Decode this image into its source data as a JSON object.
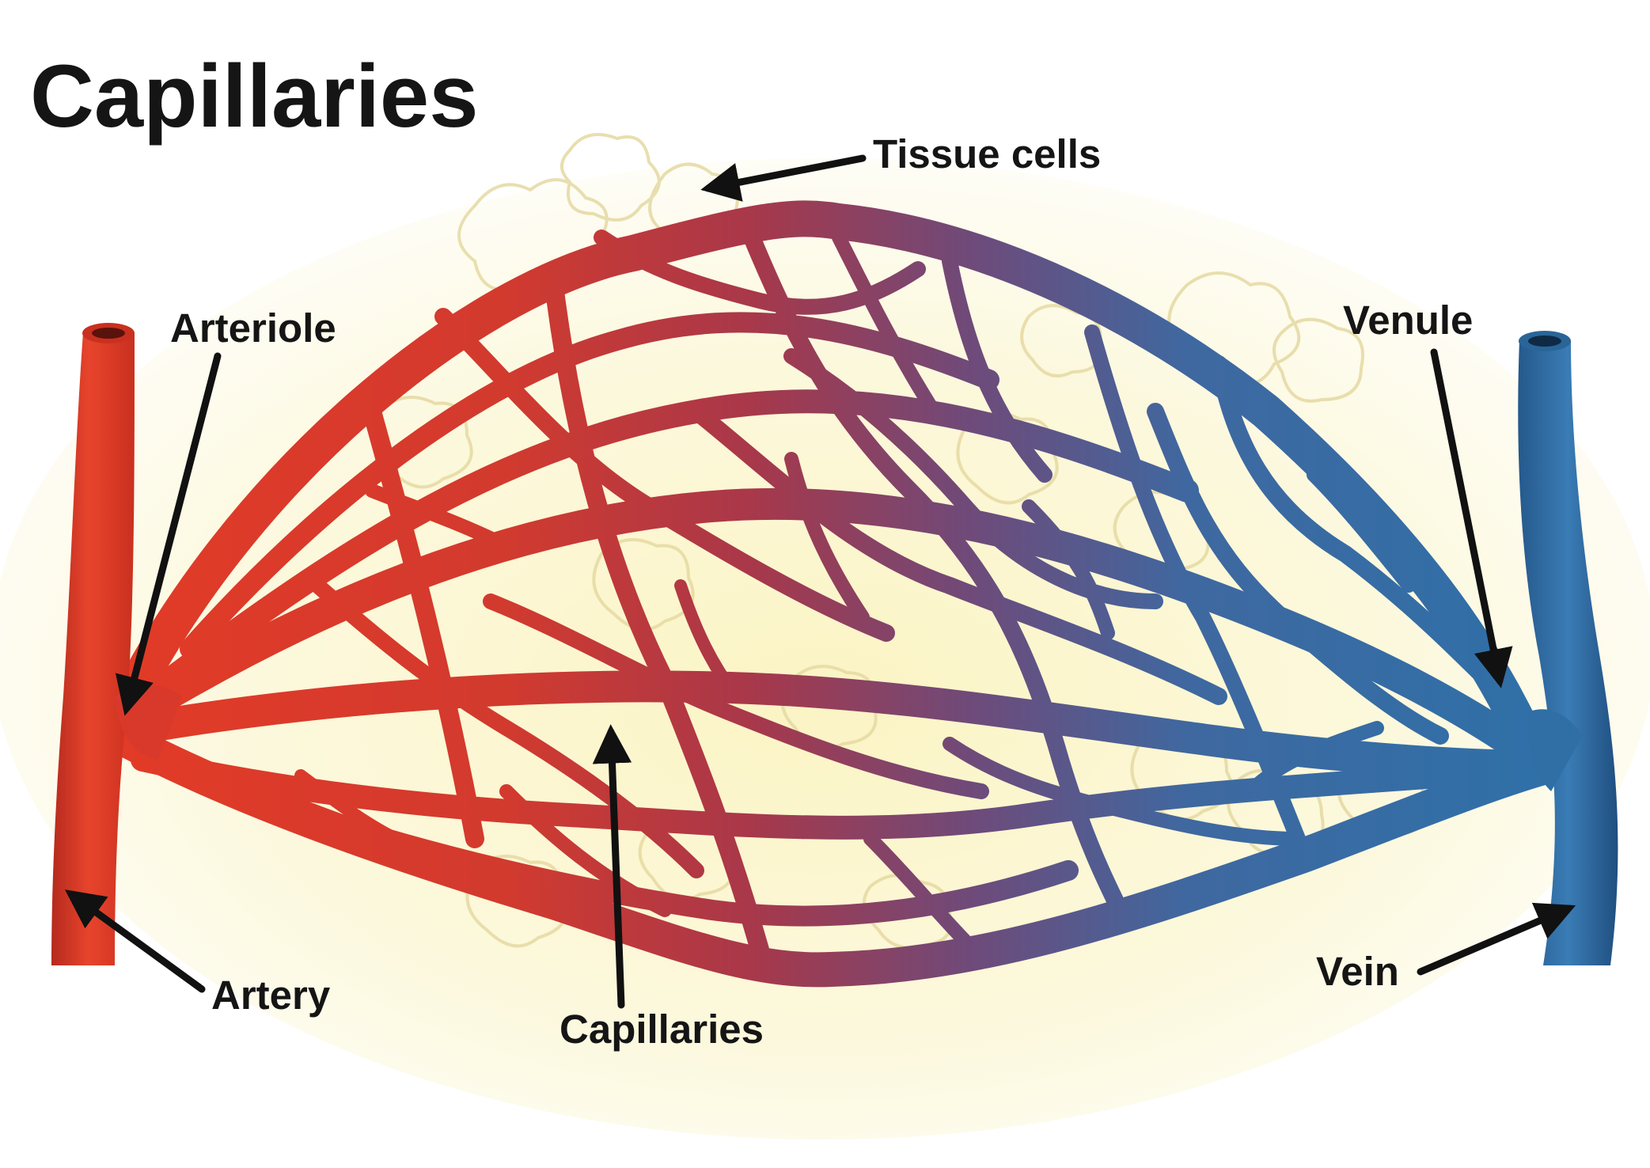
{
  "diagram": {
    "title": "Capillaries",
    "labels": {
      "tissue_cells": "Tissue cells",
      "arteriole": "Arteriole",
      "venule": "Venule",
      "artery": "Artery",
      "capillaries": "Capillaries",
      "vein": "Vein"
    },
    "colors": {
      "artery": "#e23a26",
      "artery_dark": "#a8261c",
      "vein": "#2f6fa6",
      "vein_dark": "#1d4a77",
      "capillary_mid": "#6d4a78",
      "background_glow": "#fbf6cf",
      "tissue_cells": "#e7dca6",
      "arrows": "#111111"
    }
  }
}
